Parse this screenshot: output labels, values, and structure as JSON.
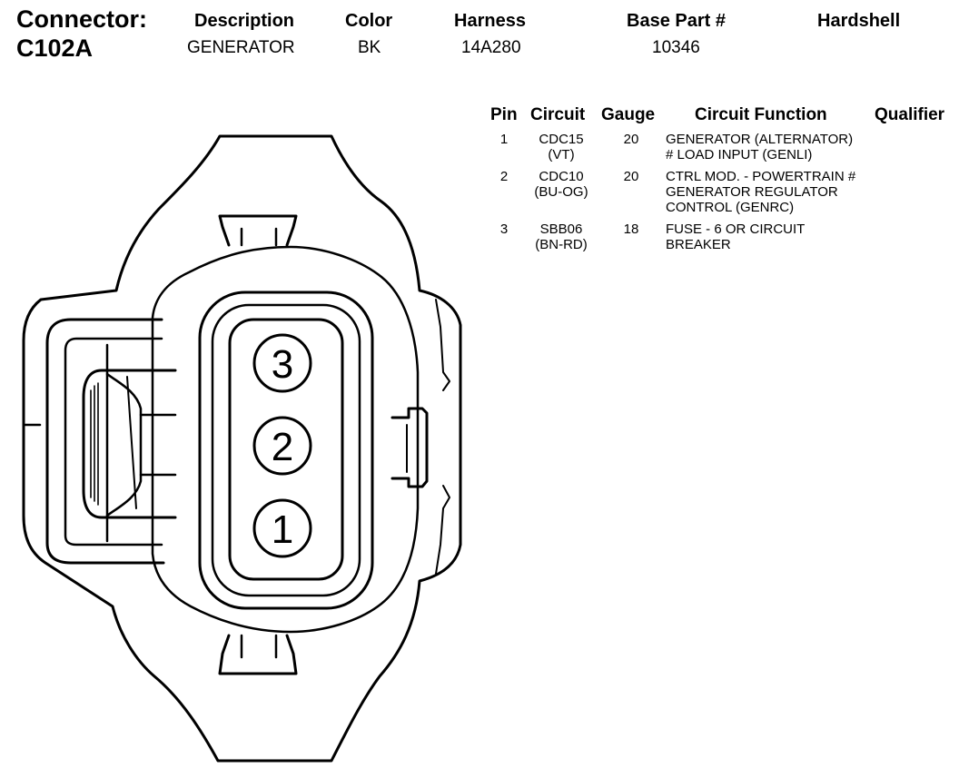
{
  "header": {
    "connector_label": "Connector:",
    "connector_id": "C102A",
    "description_label": "Description",
    "description_value": "GENERATOR",
    "color_label": "Color",
    "color_value": "BK",
    "harness_label": "Harness",
    "harness_value": "14A280",
    "base_part_label": "Base Part #",
    "base_part_value": "10346",
    "hardshell_label": "Hardshell"
  },
  "pin_table": {
    "columns": [
      "Pin",
      "Circuit",
      "Gauge",
      "Circuit Function",
      "Qualifier"
    ],
    "rows": [
      {
        "pin": "1",
        "circuit": "CDC15",
        "circuit_color": "(VT)",
        "gauge": "20",
        "function_lines": [
          "GENERATOR (ALTERNATOR)",
          "# LOAD INPUT (GENLI)"
        ]
      },
      {
        "pin": "2",
        "circuit": "CDC10",
        "circuit_color": "(BU-OG)",
        "gauge": "20",
        "function_lines": [
          "CTRL MOD. - POWERTRAIN #",
          "GENERATOR REGULATOR",
          "CONTROL (GENRC)"
        ]
      },
      {
        "pin": "3",
        "circuit": "SBB06",
        "circuit_color": "(BN-RD)",
        "gauge": "18",
        "function_lines": [
          "FUSE - 6 OR CIRCUIT",
          "BREAKER"
        ]
      }
    ]
  },
  "diagram": {
    "pin_labels": [
      "3",
      "2",
      "1"
    ]
  }
}
